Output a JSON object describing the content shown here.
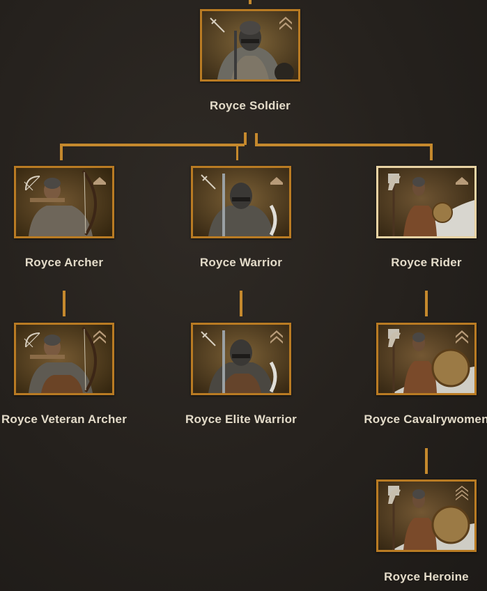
{
  "tree": {
    "root": {
      "name": "Royce Soldier",
      "weapon": "sword-icon",
      "tier": "double-chevron-icon"
    },
    "branches": [
      {
        "units": [
          {
            "name": "Royce Archer",
            "weapon": "bow-icon",
            "tier": "single-chevron-icon"
          },
          {
            "name": "Royce Veteran Archer",
            "weapon": "bow-icon",
            "tier": "double-chevron-icon"
          }
        ]
      },
      {
        "units": [
          {
            "name": "Royce Warrior",
            "weapon": "sword-icon",
            "tier": "single-chevron-icon"
          },
          {
            "name": "Royce Elite Warrior",
            "weapon": "sword-icon",
            "tier": "double-chevron-icon"
          }
        ]
      },
      {
        "units": [
          {
            "name": "Royce Rider",
            "weapon": "horse-icon",
            "tier": "single-chevron-icon",
            "selected": true
          },
          {
            "name": "Royce Cavalrywomen",
            "weapon": "horse-icon",
            "tier": "double-chevron-icon"
          },
          {
            "name": "Royce Heroine",
            "weapon": "horse-icon",
            "tier": "triple-chevron-icon"
          }
        ]
      }
    ]
  },
  "colors": {
    "connector": "#c5892d",
    "card_border": "#b97b23",
    "selected_border": "#e8d3a4",
    "label_text": "#e3dbc9",
    "icon_tan": "#a58a69"
  }
}
